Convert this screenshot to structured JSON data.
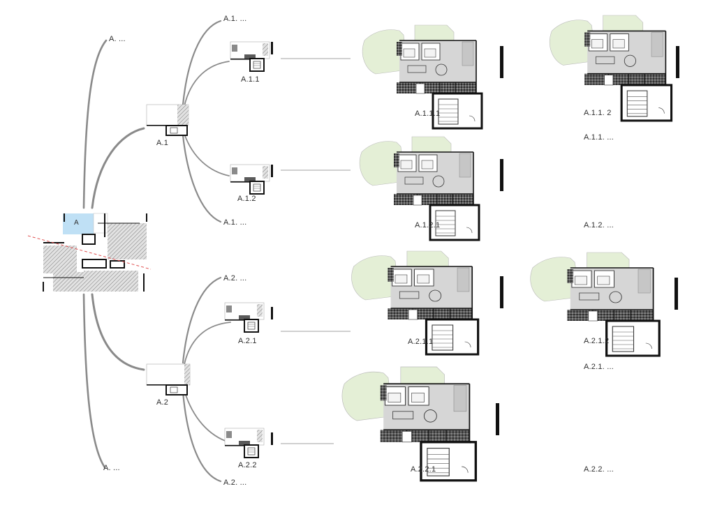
{
  "root": {
    "label": "A"
  },
  "branches": {
    "a_more_top": "A. ...",
    "a_more_bottom": "A. ...",
    "a1": "A.1",
    "a2": "A.2",
    "a1_more_top": "A.1. ...",
    "a1_more_bottom": "A.1. ...",
    "a2_more_top": "A.2. ...",
    "a2_more_bottom": "A.2. ...",
    "a11": "A.1.1",
    "a12": "A.1.2",
    "a21": "A.2.1",
    "a22": "A.2.2"
  },
  "plans": {
    "a111": "A.1.1.1",
    "a1112": "A.1.1. 2",
    "a11_more": "A.1.1. ...",
    "a121": "A.1.2.1",
    "a12_more": "A.1.2. ...",
    "a211": "A.2.1.1",
    "a212": "A.2.1.2",
    "a21_more": "A.2.1. ...",
    "a221": "A.2.2.1",
    "a22_more": "A.2.2. ..."
  },
  "colors": {
    "highlight": "#bfe0f5",
    "garden": "#e4efd6",
    "floor": "#d6d6d6",
    "wall": "#111111",
    "branch_line": "#8a8a8a",
    "cut_line": "#e05050"
  }
}
